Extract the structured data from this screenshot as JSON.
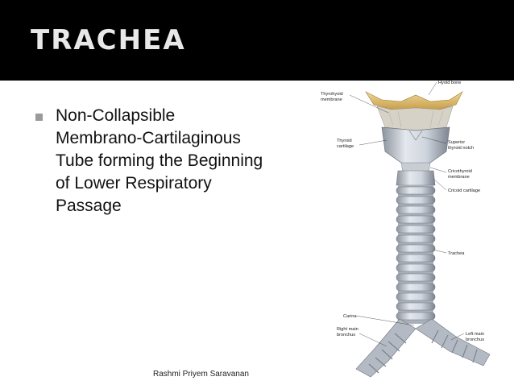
{
  "slide": {
    "title": "TRACHEA",
    "bullet": {
      "lines": [
        "Non-Collapsible",
        "Membrano-Cartilaginous",
        "Tube forming the Beginning",
        "of Lower Respiratory",
        "Passage"
      ]
    },
    "footer": "Rashmi Priyem Saravanan"
  },
  "figure": {
    "labels": {
      "hyoid_bone": "Hyoid bone",
      "thyrohyoid_1": "Thyrohyoid",
      "thyrohyoid_2": "membrane",
      "thyroid_cartilage_1": "Thyroid",
      "thyroid_cartilage_2": "cartilage",
      "superior_notch_1": "Superior",
      "superior_notch_2": "thyroid notch",
      "cricothyroid_1": "Cricothyroid",
      "cricothyroid_2": "membrane",
      "cricoid": "Cricoid cartilage",
      "trachea": "Trachea",
      "carina": "Carina",
      "right_bronchus_1": "Right main",
      "right_bronchus_2": "bronchus",
      "left_bronchus_1": "Left main",
      "left_bronchus_2": "bronchus"
    }
  },
  "colors": {
    "title_bar": "#000000",
    "title_text": "#e8e8e8",
    "bullet": "#9a9a9a",
    "hyoid": "#d9b96a",
    "cartilage": "#c9cfd8"
  }
}
